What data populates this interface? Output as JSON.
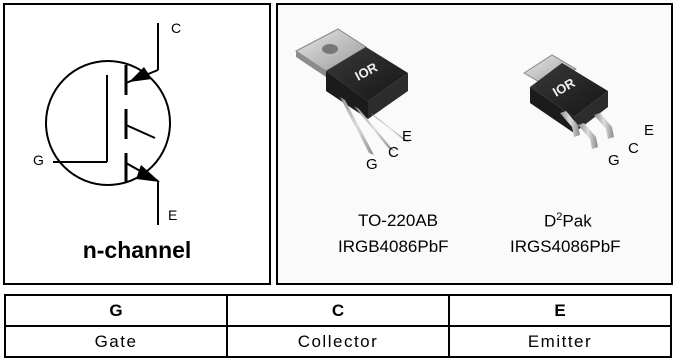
{
  "symbol": {
    "pin_c": "C",
    "pin_g": "G",
    "pin_e": "E",
    "channel": "n-channel"
  },
  "packages": [
    {
      "name_html": "TO-220AB",
      "part": "IRGB4086PbF",
      "logo": "IOR",
      "pins": {
        "g": "G",
        "c": "C",
        "e": "E"
      }
    },
    {
      "name_pre": "D",
      "name_sup": "2",
      "name_post": "Pak",
      "part": "IRGS4086PbF",
      "logo": "IOR",
      "pins": {
        "g": "G",
        "c": "C",
        "e": "E"
      }
    }
  ],
  "pin_table": {
    "headers": [
      "G",
      "C",
      "E"
    ],
    "descriptions": [
      "Gate",
      "Collector",
      "Emitter"
    ]
  },
  "colors": {
    "line": "#000000",
    "package_body": "#2a2a2a",
    "tab_metal": "#c8c8c8"
  }
}
